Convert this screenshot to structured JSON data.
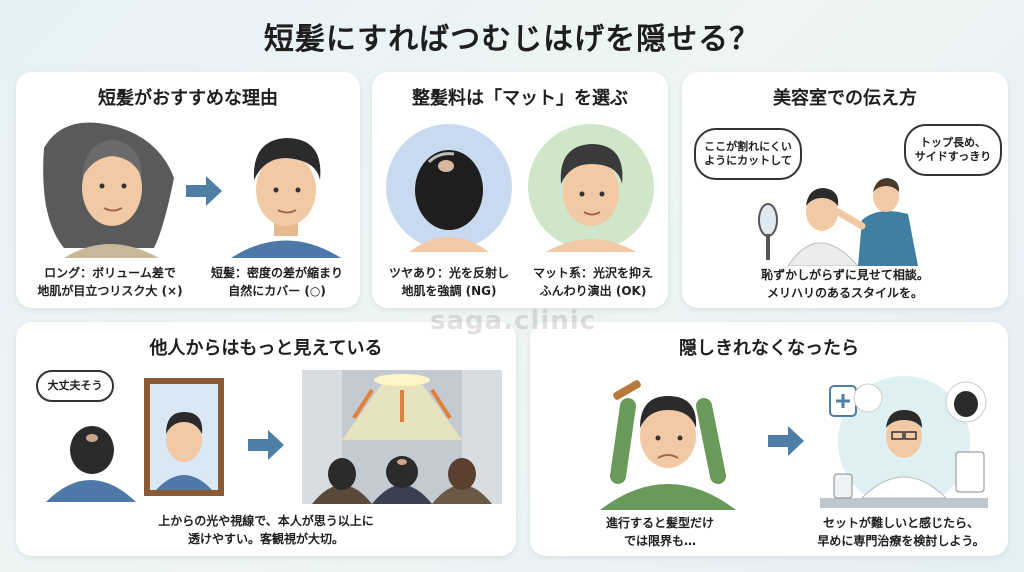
{
  "title": "短髪にすればつむじはげを隠せる？",
  "panels": {
    "p1": {
      "title": "短髪がおすすめな理由",
      "cap_left_1": "ロング：ボリューム差で",
      "cap_left_2": "地肌が目立つリスク大 (×)",
      "cap_right_1": "短髪：密度の差が縮まり",
      "cap_right_2": "自然にカバー (○)"
    },
    "p2": {
      "title": "整髪料は「マット」を選ぶ",
      "cap_left_1": "ツヤあり：光を反射し",
      "cap_left_2": "地肌を強調 (NG)",
      "cap_right_1": "マット系：光沢を抑え",
      "cap_right_2": "ふんわり演出 (OK)"
    },
    "p3": {
      "title": "美容室での伝え方",
      "bubble_left": "ここが割れにくい\nようにカットして",
      "bubble_right": "トップ長め、\nサイドすっきり",
      "cap_1": "恥ずかしがらずに見せて相談。",
      "cap_2": "メリハリのあるスタイルを。"
    },
    "p4": {
      "title": "他人からはもっと見えている",
      "bubble": "大丈夫そう",
      "cap_1": "上からの光や視線で、本人が思う以上に",
      "cap_2": "透けやすい。客観視が大切。"
    },
    "p5": {
      "title": "隠しきれなくなったら",
      "cap_left_1": "進行すると髪型だけ",
      "cap_left_2": "では限界も…",
      "cap_right_1": "セットが難しいと感じたら、",
      "cap_right_2": "早めに専門治療を検討しよう。"
    }
  },
  "watermark": "saga.clinic",
  "colors": {
    "arrow": "#4f7fa6",
    "hair": "#2b2b2b",
    "skin": "#f2c9a5",
    "shirt_blue": "#4d78a8",
    "shirt_green": "#6a9a5a",
    "circle_blue": "#c9daf0",
    "circle_green": "#cfe6c9"
  }
}
